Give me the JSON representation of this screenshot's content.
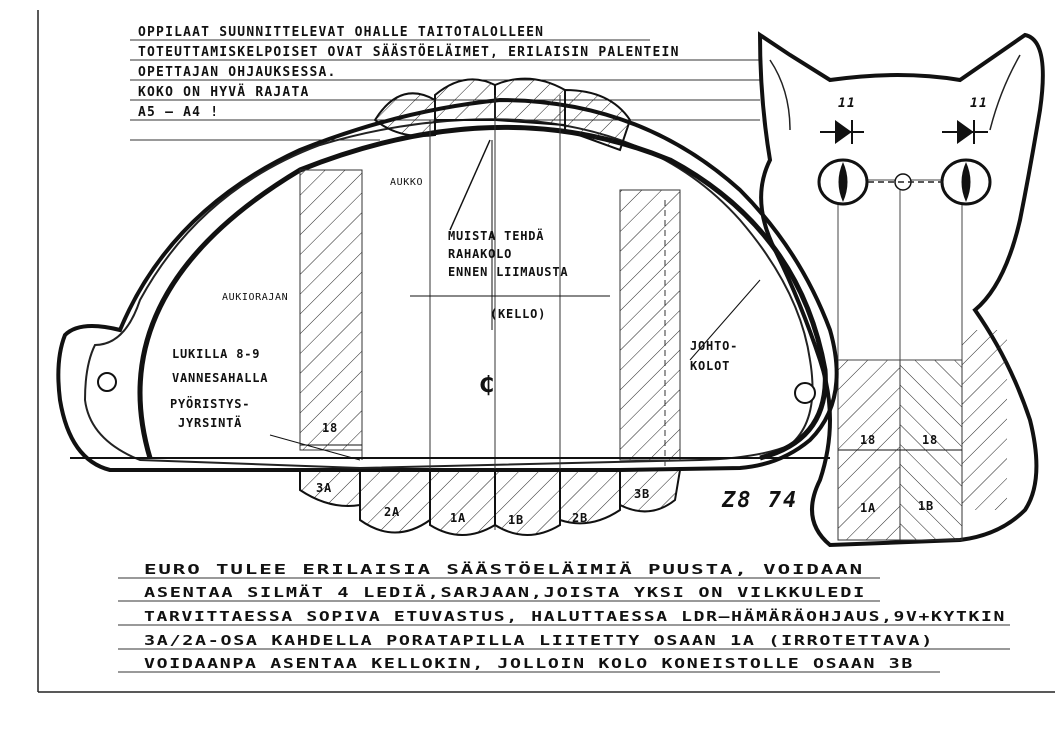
{
  "top_notes": [
    "OPPILAAT SUUNNITTELEVAT OHALLE TAITOTALOLLEEN",
    "TOTEUTTAMISKELPOISET OVAT SÄÄSTÖELÄIMET, ERILAISIN PALENTEIN",
    "OPETTAJAN OHJAUKSESSA.",
    "KOKO ON HYVÄ RAJATA",
    "A5 — A4 !"
  ],
  "annotations": {
    "aukko": "AUKKO",
    "muista": [
      "MUISTA TEHDÄ",
      "RAHAKOLO",
      "ENNEN LIIMAUSTA"
    ],
    "kello": "(KELLO)",
    "aukiorajan": "AUKIORAJAN",
    "lukilla": [
      "LUKILLA 8-9",
      "VANNESAHALLA"
    ],
    "pyoristys": [
      "PYÖRISTYS-",
      "JYRSINTÄ"
    ],
    "johtokolot": [
      "JOHTO-",
      "KOLOT"
    ],
    "led_marks": [
      "11",
      "11"
    ],
    "center_mark": "₵"
  },
  "parts": {
    "p18_left": "18",
    "p3a": "3A",
    "p2a": "2A",
    "p1a": "1A",
    "p1b": "1B",
    "p2b": "2B",
    "p3b": "3B",
    "p18_cat_left": "18",
    "p18_cat_right": "18",
    "p1a_cat": "1A",
    "p1b_cat": "1B"
  },
  "drawing_code": "Z8 74",
  "bottom_notes": [
    "EURO TULEE ERILAISIA SÄÄSTÖELÄIMIÄ PUUSTA, VOIDAAN",
    "ASENTAA SILMÄT 4 LEDIÄ,SARJAAN,JOISTA YKSI ON VILKKULEDI",
    "TARVITTAESSA SOPIVA ETUVASTUS, HALUTTAESSA LDR—HÄMÄRÄOHJAUS,9V+KYTKIN",
    "3A/2A-OSA KAHDELLA PORATAPILLA LIITETTY OSAAN 1A (IRROTETTAVA)",
    "VOIDAANPA ASENTAA KELLOKIN, JOLLOIN KOLO KONEISTOLLE OSAAN 3B"
  ]
}
